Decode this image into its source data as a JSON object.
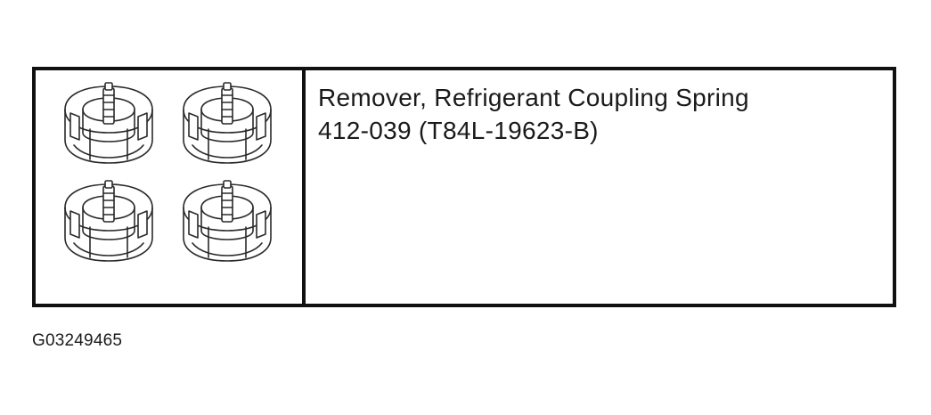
{
  "tool": {
    "name": "Remover, Refrigerant Coupling Spring",
    "part_number": "412-039 (T84L-19623-B)",
    "illustration_icon": "refrigerant-coupling-spring-remover-icon",
    "item_count": 4
  },
  "figure_id": "G03249465",
  "colors": {
    "border": "#111111",
    "line_art": "#2a2a2a",
    "background": "#ffffff"
  }
}
